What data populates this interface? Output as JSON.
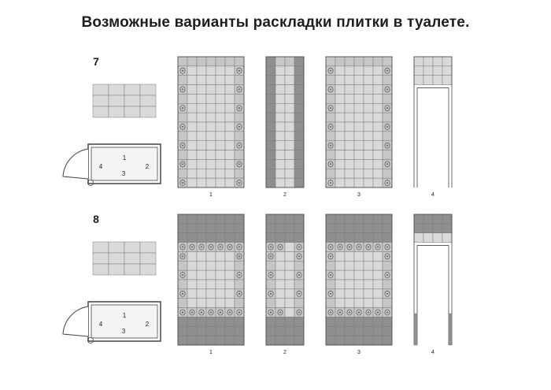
{
  "title": "Возможные варианты раскладки плитки в туалете.",
  "colors": {
    "tile_light": "#d9d9d9",
    "tile_mid": "#c6c6c6",
    "tile_dark": "#8f8f8f",
    "grout": "#7a7a7a",
    "outline": "#444444",
    "text": "#1e1e1e"
  },
  "rows": [
    {
      "id": "7",
      "label": "7",
      "plan_labels": [
        "1",
        "2",
        "3",
        "4"
      ],
      "variants": [
        {
          "label": "1",
          "pattern": "decor-side-columns"
        },
        {
          "label": "2",
          "pattern": "dark-vertical-stripes"
        },
        {
          "label": "3",
          "pattern": "decor-side-columns"
        },
        {
          "label": "4",
          "pattern": "door-wall"
        }
      ]
    },
    {
      "id": "8",
      "label": "8",
      "plan_labels": [
        "1",
        "2",
        "3",
        "4"
      ],
      "variants": [
        {
          "label": "1",
          "pattern": "dark-top-bottom-decor-frame"
        },
        {
          "label": "2",
          "pattern": "dark-top-bottom-decor-frame-sparse"
        },
        {
          "label": "3",
          "pattern": "dark-top-bottom-decor-frame"
        },
        {
          "label": "4",
          "pattern": "door-wall-dark"
        }
      ]
    }
  ]
}
